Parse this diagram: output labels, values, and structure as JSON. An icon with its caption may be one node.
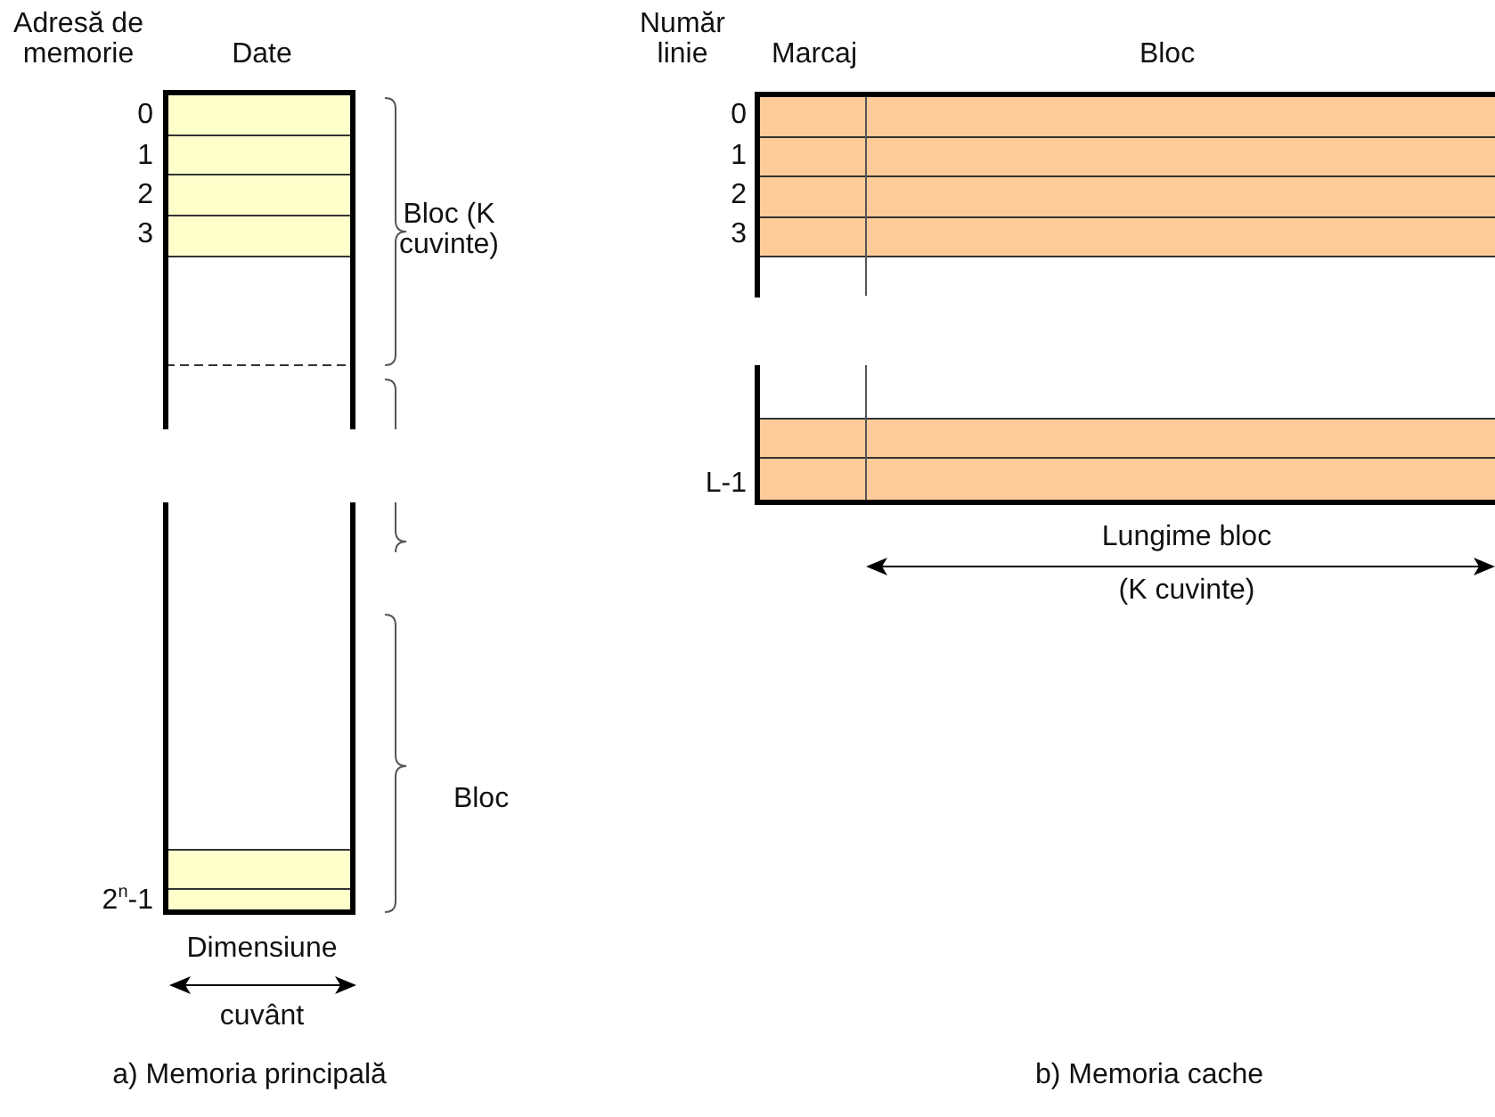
{
  "diagram": {
    "labels": [
      "Adresă de memorie",
      "Date",
      "Număr linie",
      "Marcaj",
      "Bloc",
      "0",
      "1",
      "2",
      "3",
      "0",
      "1",
      "2",
      "3",
      "Bloc (K cuvinte)",
      "L-1",
      "Lungime bloc",
      "(K cuvinte)",
      "Bloc",
      "2$^{n}$-1",
      "Dimensiune",
      "cuvânt",
      "a) Memoria principală",
      "b) Memoria cache"
    ]
  }
}
